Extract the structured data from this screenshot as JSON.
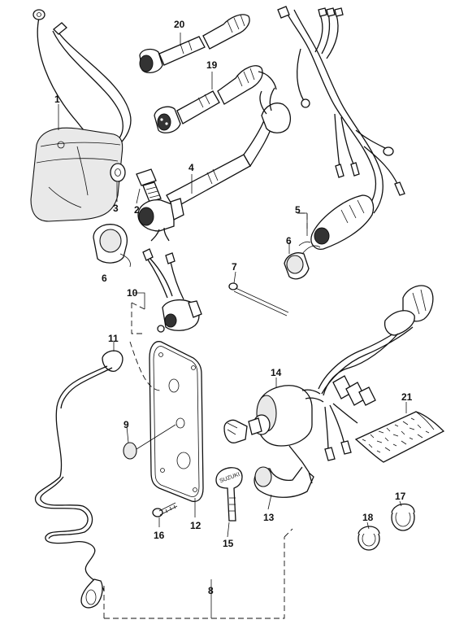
{
  "callouts": {
    "c1": "1",
    "c2": "2",
    "c3": "3",
    "c4": "4",
    "c5": "5",
    "c6a": "6",
    "c6b": "6",
    "c7": "7",
    "c8": "8",
    "c9": "9",
    "c10": "10",
    "c11": "11",
    "c12": "12",
    "c13": "13",
    "c14": "14",
    "c15": "15",
    "c16": "16",
    "c17": "17",
    "c18": "18",
    "c19": "19",
    "c20": "20",
    "c21": "21"
  },
  "key_brand": "SUZUKI"
}
